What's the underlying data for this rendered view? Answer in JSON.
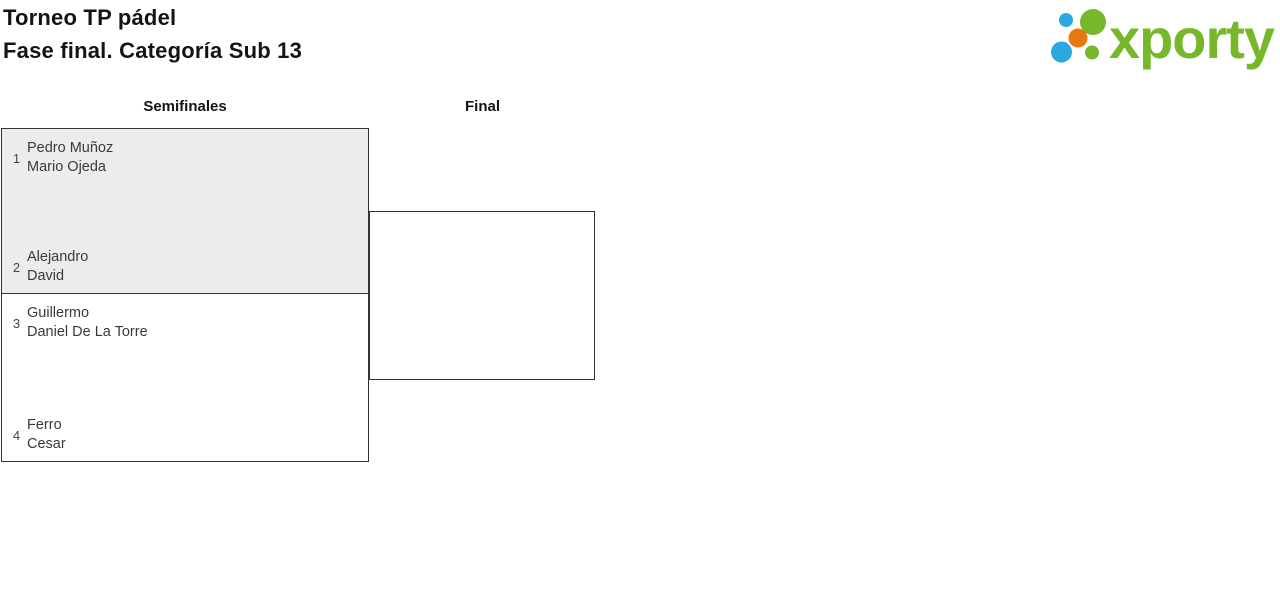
{
  "title": {
    "line1": "Torneo TP pádel",
    "line2": "Fase final. Categoría Sub 13"
  },
  "logo": {
    "text": "xporty",
    "colors": {
      "green": "#76b82a",
      "blue": "#29a9e0",
      "orange": "#e8770e"
    }
  },
  "bracket": {
    "rounds": [
      {
        "label": "Semifinales"
      },
      {
        "label": "Final"
      }
    ],
    "matches": [
      {
        "round": "Semifinales",
        "teams": [
          {
            "seed": "1",
            "player1": "Pedro Muñoz",
            "player2": "Mario Ojeda"
          },
          {
            "seed": "2",
            "player1": "Alejandro",
            "player2": "David"
          }
        ]
      },
      {
        "round": "Semifinales",
        "teams": [
          {
            "seed": "3",
            "player1": "Guillermo",
            "player2": "Daniel De La Torre"
          },
          {
            "seed": "4",
            "player1": "Ferro",
            "player2": "Cesar"
          }
        ]
      },
      {
        "round": "Final",
        "teams": []
      }
    ]
  },
  "colors": {
    "box_border": "#333333",
    "match_highlight_bg": "#ececec",
    "match_bg": "#ffffff",
    "text": "#3a3a3a"
  }
}
